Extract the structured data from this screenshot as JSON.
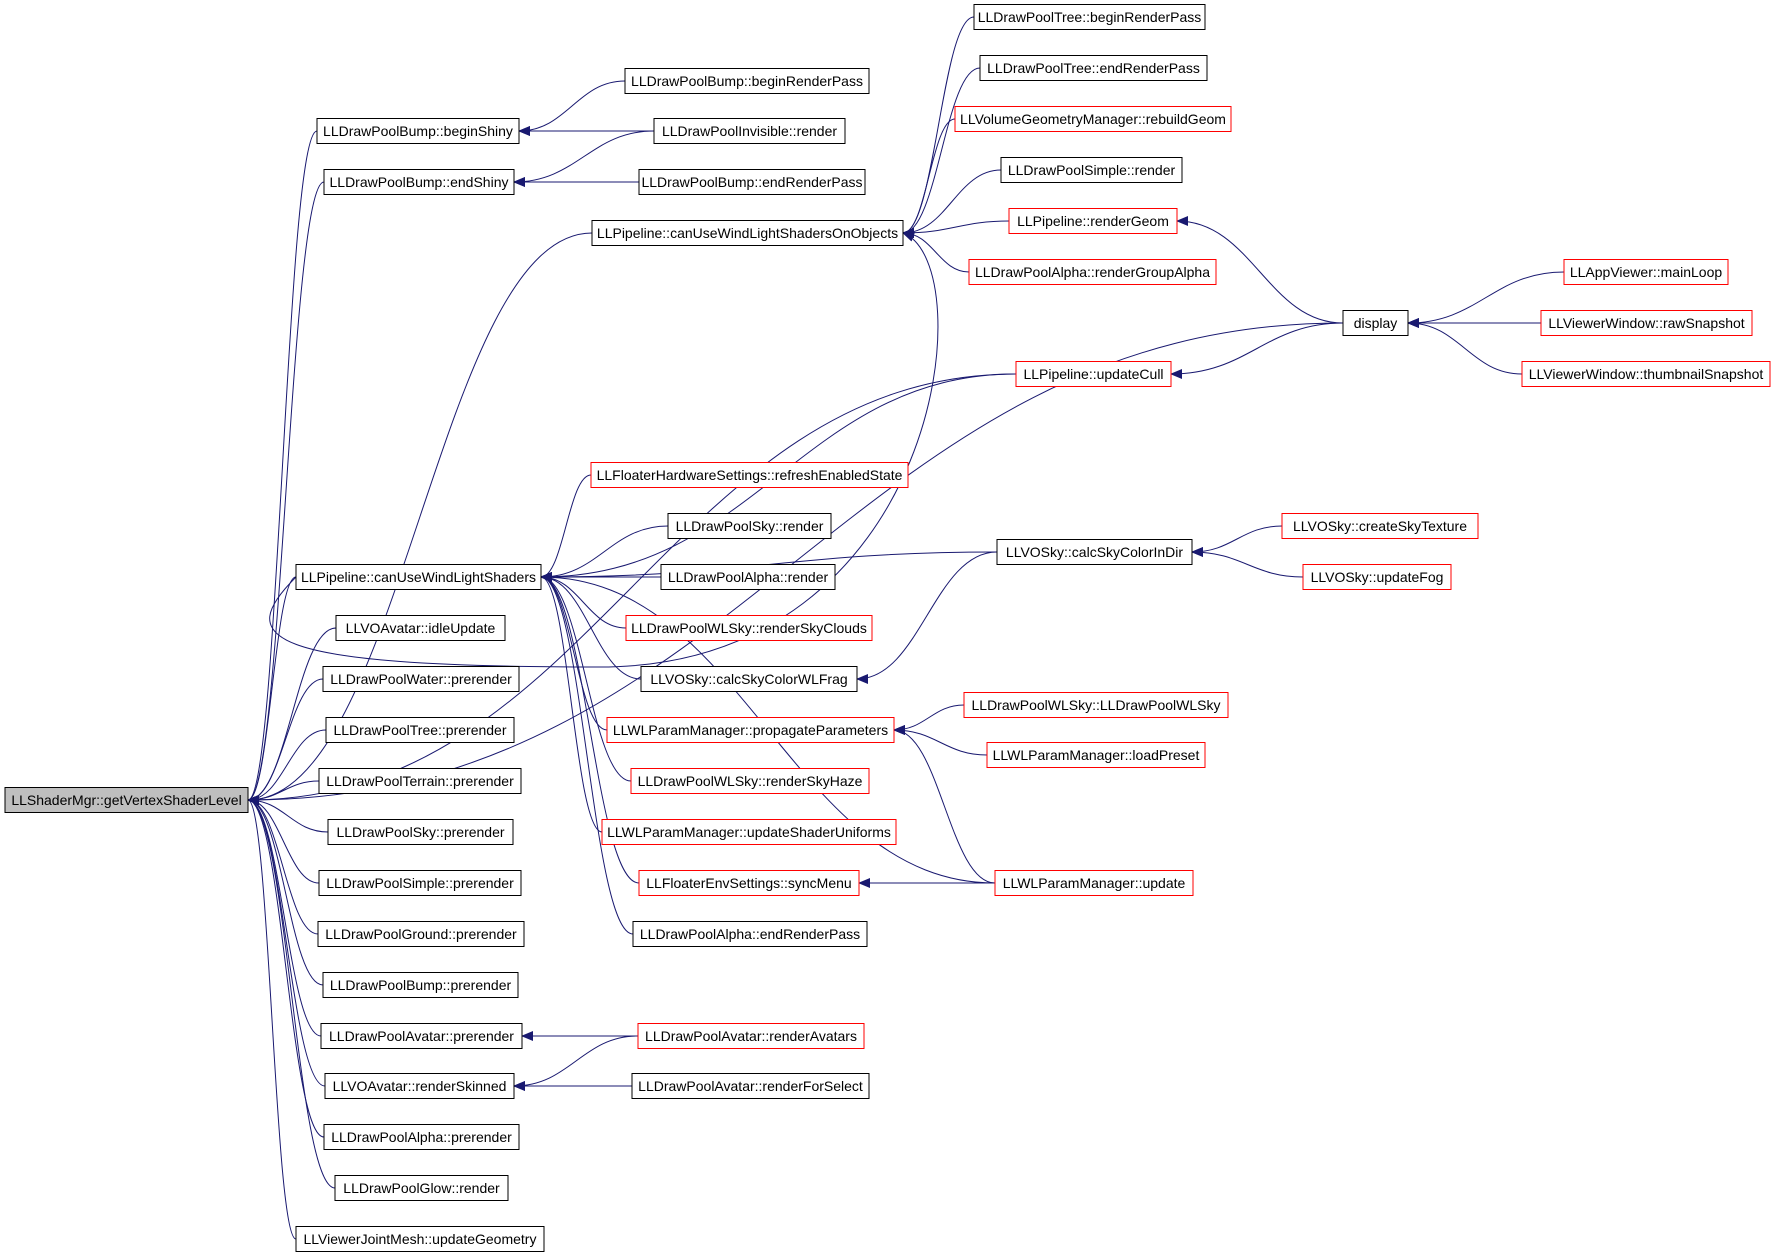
{
  "colors": {
    "edge": "#191970",
    "node_black": "#000000",
    "node_red": "#ff0000",
    "root_fill": "#bfbfbf",
    "text": "#000000"
  },
  "root": "LLShaderMgr::getVertexShaderLevel",
  "nodes": [
    {
      "id": "root",
      "label": "LLShaderMgr::getVertexShaderLevel",
      "color": "gray"
    },
    {
      "id": "beginShiny",
      "label": "LLDrawPoolBump::beginShiny",
      "color": "black"
    },
    {
      "id": "endShiny",
      "label": "LLDrawPoolBump::endShiny",
      "color": "black"
    },
    {
      "id": "bumpBegin",
      "label": "LLDrawPoolBump::beginRenderPass",
      "color": "black"
    },
    {
      "id": "invisRender",
      "label": "LLDrawPoolInvisible::render",
      "color": "black"
    },
    {
      "id": "bumpEnd",
      "label": "LLDrawPoolBump::endRenderPass",
      "color": "black"
    },
    {
      "id": "canWLObj",
      "label": "LLPipeline::canUseWindLightShadersOnObjects",
      "color": "black"
    },
    {
      "id": "treeBegin",
      "label": "LLDrawPoolTree::beginRenderPass",
      "color": "black"
    },
    {
      "id": "treeEnd",
      "label": "LLDrawPoolTree::endRenderPass",
      "color": "black"
    },
    {
      "id": "rebuildGeom",
      "label": "LLVolumeGeometryManager::rebuildGeom",
      "color": "red"
    },
    {
      "id": "simpleRender",
      "label": "LLDrawPoolSimple::render",
      "color": "black"
    },
    {
      "id": "renderGeom",
      "label": "LLPipeline::renderGeom",
      "color": "red"
    },
    {
      "id": "alphaGroup",
      "label": "LLDrawPoolAlpha::renderGroupAlpha",
      "color": "red"
    },
    {
      "id": "display",
      "label": "display",
      "color": "black"
    },
    {
      "id": "mainLoop",
      "label": "LLAppViewer::mainLoop",
      "color": "red"
    },
    {
      "id": "rawSnap",
      "label": "LLViewerWindow::rawSnapshot",
      "color": "red"
    },
    {
      "id": "thumbSnap",
      "label": "LLViewerWindow::thumbnailSnapshot",
      "color": "red"
    },
    {
      "id": "updateCull",
      "label": "LLPipeline::updateCull",
      "color": "red"
    },
    {
      "id": "canWL",
      "label": "LLPipeline::canUseWindLightShaders",
      "color": "black"
    },
    {
      "id": "hwRefresh",
      "label": "LLFloaterHardwareSettings::refreshEnabledState",
      "color": "red"
    },
    {
      "id": "skyRender",
      "label": "LLDrawPoolSky::render",
      "color": "black"
    },
    {
      "id": "alphaRender",
      "label": "LLDrawPoolAlpha::render",
      "color": "black"
    },
    {
      "id": "wlClouds",
      "label": "LLDrawPoolWLSky::renderSkyClouds",
      "color": "red"
    },
    {
      "id": "skyWLFrag",
      "label": "LLVOSky::calcSkyColorWLFrag",
      "color": "black"
    },
    {
      "id": "skyInDir",
      "label": "LLVOSky::calcSkyColorInDir",
      "color": "black"
    },
    {
      "id": "skyTex",
      "label": "LLVOSky::createSkyTexture",
      "color": "red"
    },
    {
      "id": "skyFog",
      "label": "LLVOSky::updateFog",
      "color": "red"
    },
    {
      "id": "propParams",
      "label": "LLWLParamManager::propagateParameters",
      "color": "red"
    },
    {
      "id": "wlSkyCtor",
      "label": "LLDrawPoolWLSky::LLDrawPoolWLSky",
      "color": "red"
    },
    {
      "id": "loadPreset",
      "label": "LLWLParamManager::loadPreset",
      "color": "red"
    },
    {
      "id": "wlHaze",
      "label": "LLDrawPoolWLSky::renderSkyHaze",
      "color": "red"
    },
    {
      "id": "updUniforms",
      "label": "LLWLParamManager::updateShaderUniforms",
      "color": "red"
    },
    {
      "id": "syncMenu",
      "label": "LLFloaterEnvSettings::syncMenu",
      "color": "red"
    },
    {
      "id": "wlUpdate",
      "label": "LLWLParamManager::update",
      "color": "red"
    },
    {
      "id": "alphaEnd",
      "label": "LLDrawPoolAlpha::endRenderPass",
      "color": "black"
    },
    {
      "id": "idleUpdate",
      "label": "LLVOAvatar::idleUpdate",
      "color": "black"
    },
    {
      "id": "waterPre",
      "label": "LLDrawPoolWater::prerender",
      "color": "black"
    },
    {
      "id": "treePre",
      "label": "LLDrawPoolTree::prerender",
      "color": "black"
    },
    {
      "id": "terrainPre",
      "label": "LLDrawPoolTerrain::prerender",
      "color": "black"
    },
    {
      "id": "skyPre",
      "label": "LLDrawPoolSky::prerender",
      "color": "black"
    },
    {
      "id": "simplePre",
      "label": "LLDrawPoolSimple::prerender",
      "color": "black"
    },
    {
      "id": "groundPre",
      "label": "LLDrawPoolGround::prerender",
      "color": "black"
    },
    {
      "id": "bumpPre",
      "label": "LLDrawPoolBump::prerender",
      "color": "black"
    },
    {
      "id": "avatarPre",
      "label": "LLDrawPoolAvatar::prerender",
      "color": "black"
    },
    {
      "id": "renderAvatars",
      "label": "LLDrawPoolAvatar::renderAvatars",
      "color": "red"
    },
    {
      "id": "renderSkinned",
      "label": "LLVOAvatar::renderSkinned",
      "color": "black"
    },
    {
      "id": "renderForSelect",
      "label": "LLDrawPoolAvatar::renderForSelect",
      "color": "black"
    },
    {
      "id": "alphaPre",
      "label": "LLDrawPoolAlpha::prerender",
      "color": "black"
    },
    {
      "id": "glowRender",
      "label": "LLDrawPoolGlow::render",
      "color": "black"
    },
    {
      "id": "jointMesh",
      "label": "LLViewerJointMesh::updateGeometry",
      "color": "black"
    }
  ],
  "edges": [
    {
      "from": "beginShiny",
      "to": "root"
    },
    {
      "from": "endShiny",
      "to": "root"
    },
    {
      "from": "canWLObj",
      "to": "root"
    },
    {
      "from": "display",
      "to": "root"
    },
    {
      "from": "updateCull",
      "to": "root"
    },
    {
      "from": "canWL",
      "to": "root"
    },
    {
      "from": "idleUpdate",
      "to": "root"
    },
    {
      "from": "waterPre",
      "to": "root"
    },
    {
      "from": "treePre",
      "to": "root"
    },
    {
      "from": "terrainPre",
      "to": "root"
    },
    {
      "from": "skyPre",
      "to": "root"
    },
    {
      "from": "simplePre",
      "to": "root"
    },
    {
      "from": "groundPre",
      "to": "root"
    },
    {
      "from": "bumpPre",
      "to": "root"
    },
    {
      "from": "avatarPre",
      "to": "root"
    },
    {
      "from": "renderSkinned",
      "to": "root"
    },
    {
      "from": "alphaPre",
      "to": "root"
    },
    {
      "from": "glowRender",
      "to": "root"
    },
    {
      "from": "jointMesh",
      "to": "root"
    },
    {
      "from": "bumpBegin",
      "to": "beginShiny"
    },
    {
      "from": "invisRender",
      "to": "beginShiny"
    },
    {
      "from": "invisRender",
      "to": "endShiny"
    },
    {
      "from": "bumpEnd",
      "to": "endShiny"
    },
    {
      "from": "treeBegin",
      "to": "canWLObj"
    },
    {
      "from": "treeEnd",
      "to": "canWLObj"
    },
    {
      "from": "rebuildGeom",
      "to": "canWLObj"
    },
    {
      "from": "simpleRender",
      "to": "canWLObj"
    },
    {
      "from": "renderGeom",
      "to": "canWLObj"
    },
    {
      "from": "alphaGroup",
      "to": "canWLObj"
    },
    {
      "from": "canWL",
      "to": "canWLObj"
    },
    {
      "from": "display",
      "to": "renderGeom"
    },
    {
      "from": "display",
      "to": "updateCull"
    },
    {
      "from": "mainLoop",
      "to": "display"
    },
    {
      "from": "rawSnap",
      "to": "display"
    },
    {
      "from": "thumbSnap",
      "to": "display"
    },
    {
      "from": "updateCull",
      "to": "canWL"
    },
    {
      "from": "hwRefresh",
      "to": "canWL"
    },
    {
      "from": "skyRender",
      "to": "canWL"
    },
    {
      "from": "alphaRender",
      "to": "canWL"
    },
    {
      "from": "wlClouds",
      "to": "canWL"
    },
    {
      "from": "skyWLFrag",
      "to": "canWL"
    },
    {
      "from": "skyInDir",
      "to": "canWL"
    },
    {
      "from": "propParams",
      "to": "canWL"
    },
    {
      "from": "wlHaze",
      "to": "canWL"
    },
    {
      "from": "updUniforms",
      "to": "canWL"
    },
    {
      "from": "syncMenu",
      "to": "canWL"
    },
    {
      "from": "alphaEnd",
      "to": "canWL"
    },
    {
      "from": "wlUpdate",
      "to": "canWL"
    },
    {
      "from": "skyInDir",
      "to": "skyWLFrag"
    },
    {
      "from": "skyTex",
      "to": "skyInDir"
    },
    {
      "from": "skyFog",
      "to": "skyInDir"
    },
    {
      "from": "wlSkyCtor",
      "to": "propParams"
    },
    {
      "from": "loadPreset",
      "to": "propParams"
    },
    {
      "from": "wlUpdate",
      "to": "propParams"
    },
    {
      "from": "wlUpdate",
      "to": "syncMenu"
    },
    {
      "from": "renderAvatars",
      "to": "avatarPre"
    },
    {
      "from": "renderAvatars",
      "to": "renderSkinned"
    },
    {
      "from": "renderForSelect",
      "to": "renderSkinned"
    }
  ]
}
